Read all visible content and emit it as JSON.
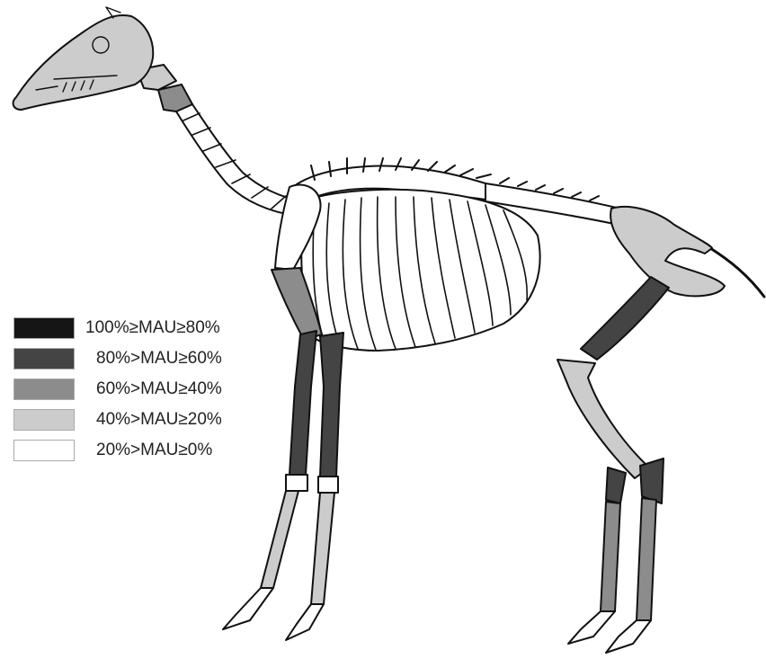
{
  "legend": {
    "items": [
      {
        "label": "100%≥MAU≥80%",
        "color": "#151515"
      },
      {
        "label": "80%>MAU≥60%",
        "color": "#444444"
      },
      {
        "label": "60%>MAU≥40%",
        "color": "#8c8c8c"
      },
      {
        "label": "40%>MAU≥20%",
        "color": "#cccccc"
      },
      {
        "label": "20%>MAU≥0%",
        "color": "#ffffff"
      }
    ]
  },
  "skeleton_parts": {
    "skull": "#cccccc",
    "atlas": "#cccccc",
    "axis": "#8c8c8c",
    "cervical_vertebrae": "#ffffff",
    "thoracic_vertebrae": "#ffffff",
    "lumbar_vertebrae": "#ffffff",
    "ribs": "#ffffff",
    "scapula": "#ffffff",
    "humerus": "#8c8c8c",
    "radius_ulna": "#444444",
    "carpals": "#ffffff",
    "metacarpal": "#cccccc",
    "front_phalanges": "#ffffff",
    "pelvis": "#cccccc",
    "femur": "#444444",
    "tibia": "#cccccc",
    "tarsals": "#444444",
    "metatarsal": "#8c8c8c",
    "rear_phalanges": "#ffffff",
    "tail": "#ffffff"
  }
}
